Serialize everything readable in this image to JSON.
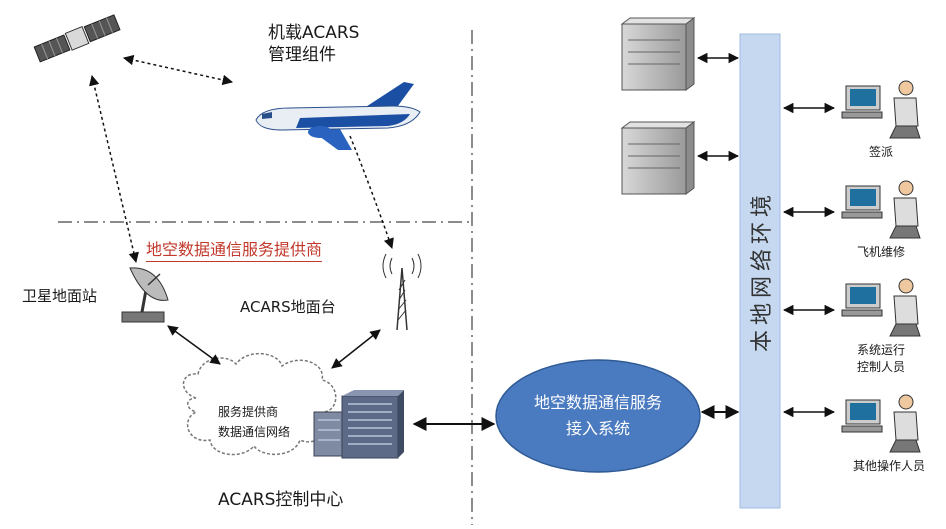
{
  "labels": {
    "aircraft_component_line1": "机载ACARS",
    "aircraft_component_line2": "管理组件",
    "service_provider": "地空数据通信服务提供商",
    "satellite_ground_station": "卫星地面站",
    "acars_ground_station": "ACARS地面台",
    "cloud_line1": "服务提供商",
    "cloud_line2": "数据通信网络",
    "control_center": "ACARS控制中心",
    "gateway_line1": "地空数据通信服务",
    "gateway_line2": "接入系统",
    "local_network": "本地网络环境"
  },
  "users": [
    {
      "line1": "签派",
      "line2": ""
    },
    {
      "line1": "飞机维修",
      "line2": ""
    },
    {
      "line1": "系统运行",
      "line2": "控制人员"
    },
    {
      "line1": "其他操作人员",
      "line2": ""
    }
  ],
  "colors": {
    "provider_label": "#c0392b",
    "gateway_fill": "#4a7abf",
    "lan_bar": "#c5d8ef",
    "aircraft_body": "#1a4fa3"
  },
  "icons": [
    "satellite-icon",
    "airplane-icon",
    "dish-icon",
    "antenna-tower-icon",
    "cloud-icon",
    "datacenter-building-icon",
    "server-icon",
    "workstation-icon"
  ]
}
